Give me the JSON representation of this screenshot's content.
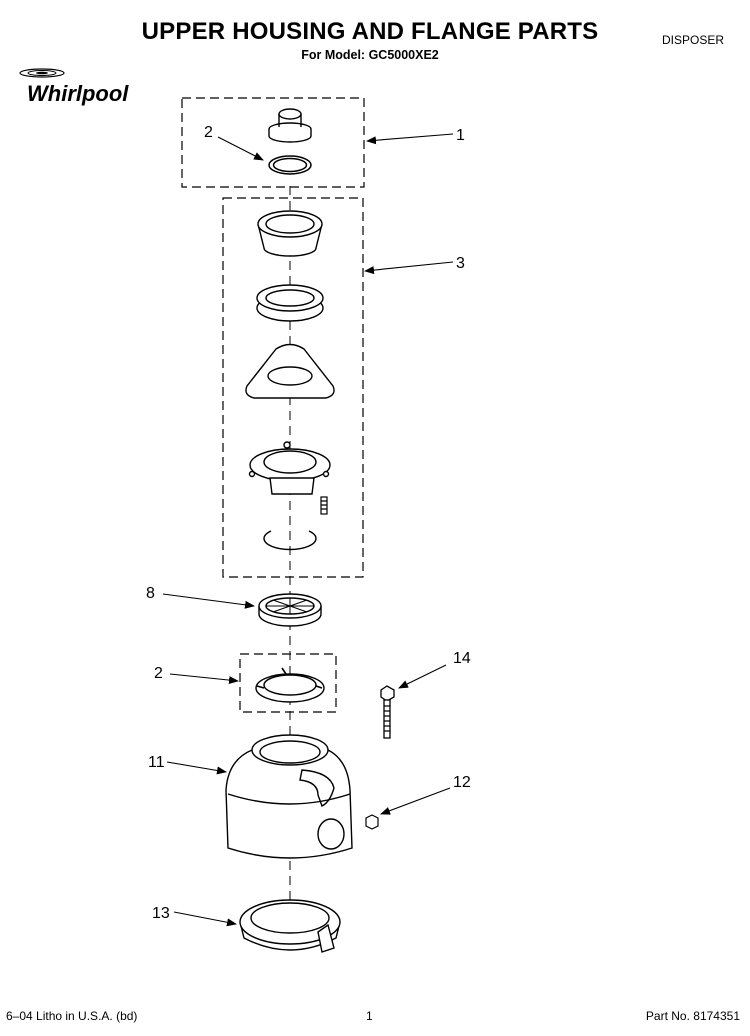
{
  "header": {
    "title": "UPPER HOUSING AND FLANGE PARTS",
    "model_line": "For Model: GC5000XE2",
    "doc_type": "DISPOSER",
    "brand": "Whirlpool"
  },
  "callouts": [
    {
      "id": "callout-1",
      "label": "1"
    },
    {
      "id": "callout-2-top",
      "label": "2"
    },
    {
      "id": "callout-3",
      "label": "3"
    },
    {
      "id": "callout-8",
      "label": "8"
    },
    {
      "id": "callout-2-lower",
      "label": "2"
    },
    {
      "id": "callout-14",
      "label": "14"
    },
    {
      "id": "callout-11",
      "label": "11"
    },
    {
      "id": "callout-12",
      "label": "12"
    },
    {
      "id": "callout-13",
      "label": "13"
    }
  ],
  "footer": {
    "left": "6–04 Litho in U.S.A. (bd)",
    "page": "1",
    "part_no": "Part No. 8174351"
  }
}
